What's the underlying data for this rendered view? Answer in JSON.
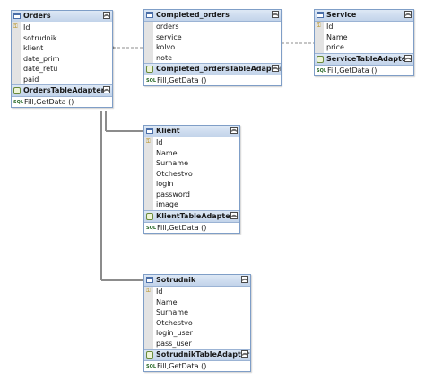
{
  "tables": {
    "orders": {
      "title": "Orders",
      "columns": [
        "Id",
        "sotrudnik",
        "klient",
        "date_prim",
        "date_retu",
        "paid"
      ],
      "adapter": "OrdersTableAdapter",
      "method": "Fill,GetData ()"
    },
    "completed_orders": {
      "title": "Completed_orders",
      "columns": [
        "orders",
        "service",
        "kolvo",
        "note"
      ],
      "adapter": "Completed_ordersTableAdapter",
      "method": "Fill,GetData ()"
    },
    "service": {
      "title": "Service",
      "columns": [
        "Id",
        "Name",
        "price"
      ],
      "adapter": "ServiceTableAdapter",
      "method": "Fill,GetData ()"
    },
    "klient": {
      "title": "Klient",
      "columns": [
        "Id",
        "Name",
        "Surname",
        "Otchestvo",
        "login",
        "password",
        "image"
      ],
      "adapter": "KlientTableAdapter",
      "method": "Fill,GetData ()"
    },
    "sotrudnik": {
      "title": "Sotrudnik",
      "columns": [
        "Id",
        "Name",
        "Surname",
        "Otchestvo",
        "login_user",
        "pass_user"
      ],
      "adapter": "SotrudnikTableAdapter",
      "method": "Fill,GetData ()"
    }
  },
  "colors": {
    "header_gradient_top": "#dde8f5",
    "header_gradient_bottom": "#c2d3ea",
    "border": "#7f9ec7",
    "connector": "#8c8c8c"
  },
  "icons": {
    "table": "table-icon",
    "adapter": "table-adapter-icon",
    "collapse": "collapse-chevron-icon",
    "key": "key-icon",
    "method": "sql-method-icon"
  }
}
